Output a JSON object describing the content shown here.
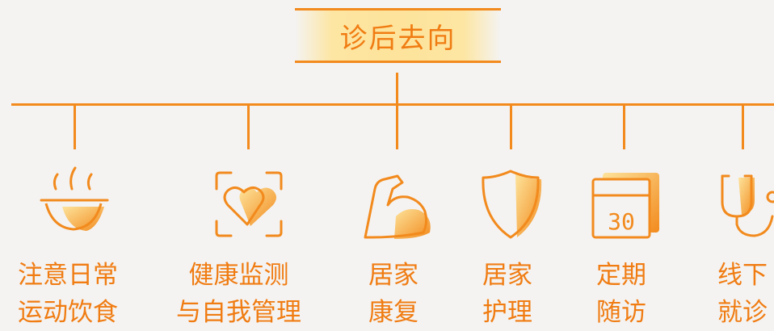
{
  "root": {
    "title": "诊后去向"
  },
  "children": [
    {
      "line1": "注意日常",
      "line2": "运动饮食",
      "icon": "bowl-icon"
    },
    {
      "line1": "健康监测",
      "line2": "与自我管理",
      "icon": "heart-monitor-icon"
    },
    {
      "line1": "居家",
      "line2": "康复",
      "icon": "arm-muscle-icon"
    },
    {
      "line1": "居家",
      "line2": "护理",
      "icon": "shield-icon"
    },
    {
      "line1": "定期",
      "line2": "随访",
      "icon": "calendar-icon"
    },
    {
      "line1": "线下",
      "line2": "就诊",
      "icon": "stethoscope-icon"
    }
  ],
  "colors": {
    "accent": "#f28a1d",
    "text": "#f07c12",
    "highlight": "#fde39b"
  }
}
